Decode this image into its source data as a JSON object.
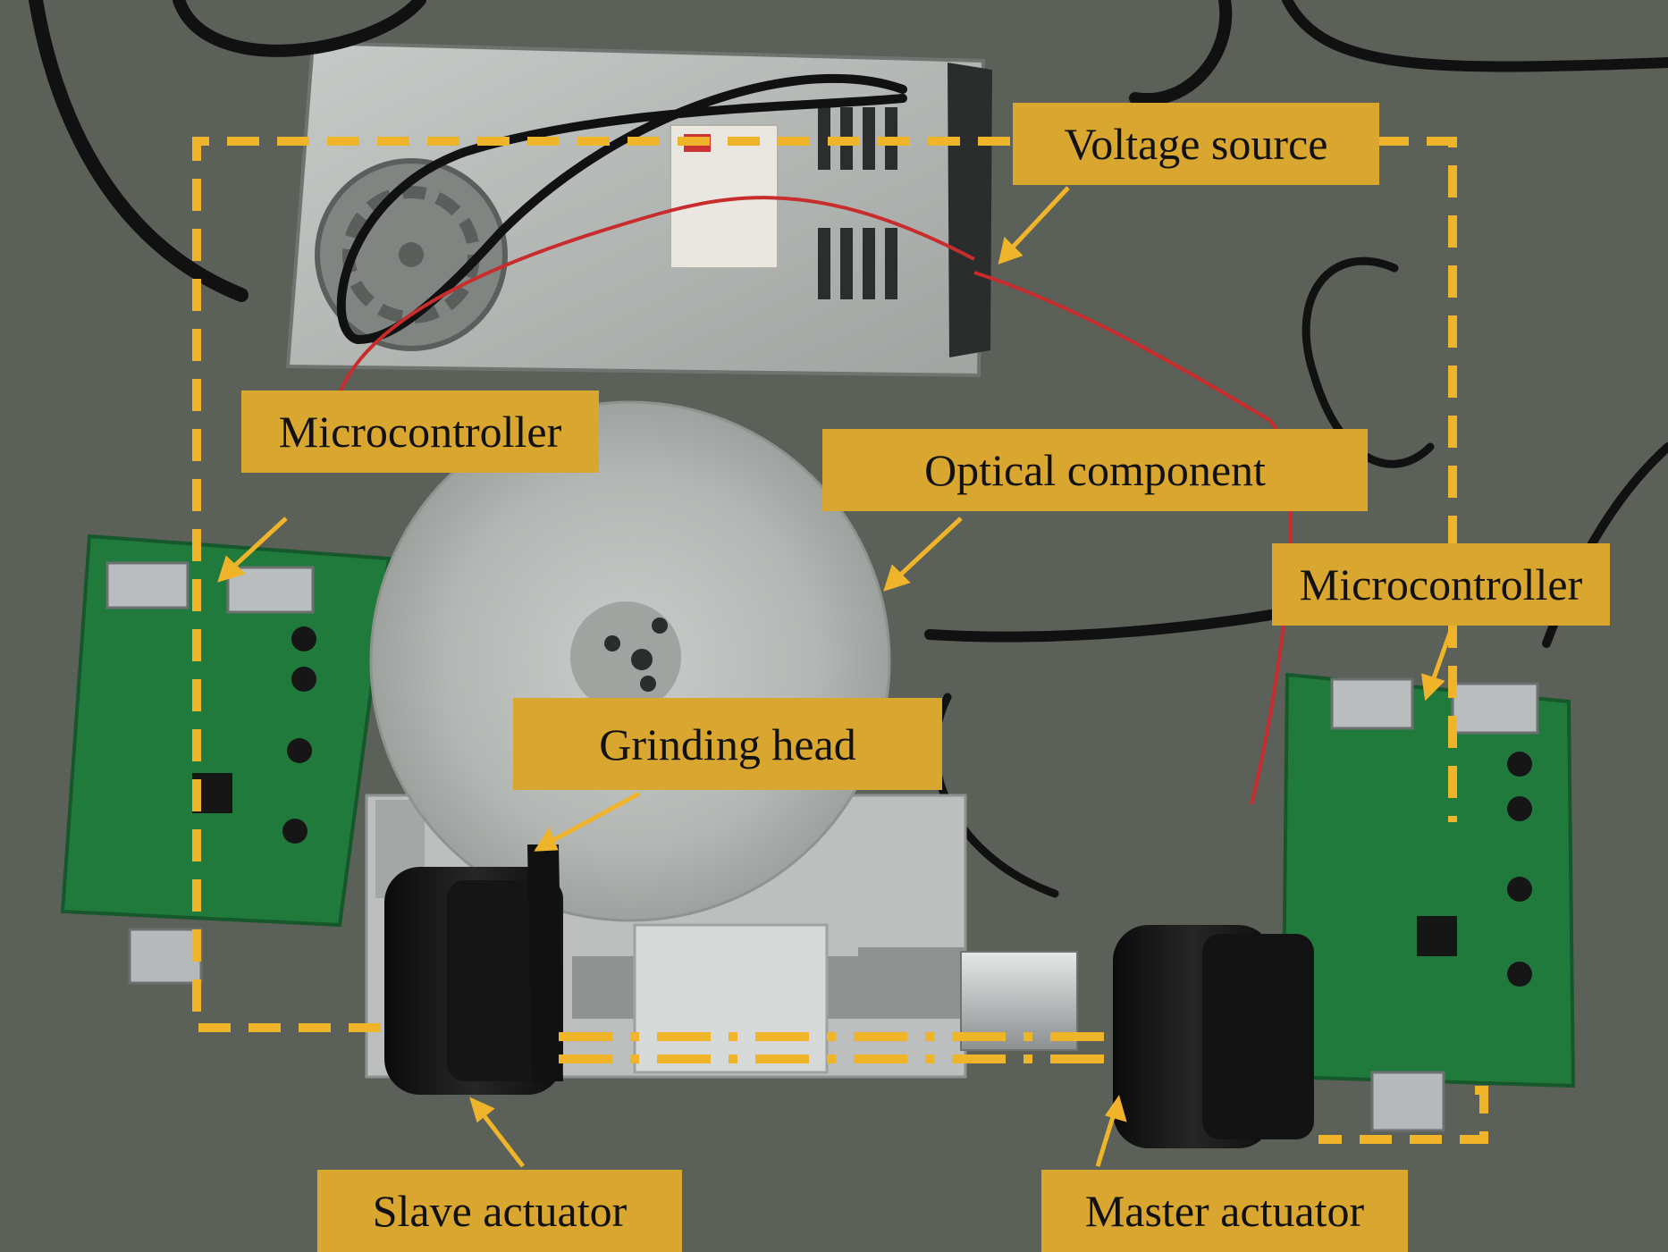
{
  "figure": {
    "type": "annotated-photo",
    "subject": "master-slave actuator grinding setup",
    "accent_color": "#f0b42a",
    "label_bg_color": "#d9a630",
    "labels": {
      "voltage_source": "Voltage source",
      "microcontroller_left": "Microcontroller",
      "optical_component": "Optical component",
      "microcontroller_right": "Microcontroller",
      "grinding_head": "Grinding head",
      "slave_actuator": "Slave actuator",
      "master_actuator": "Master actuator"
    }
  }
}
